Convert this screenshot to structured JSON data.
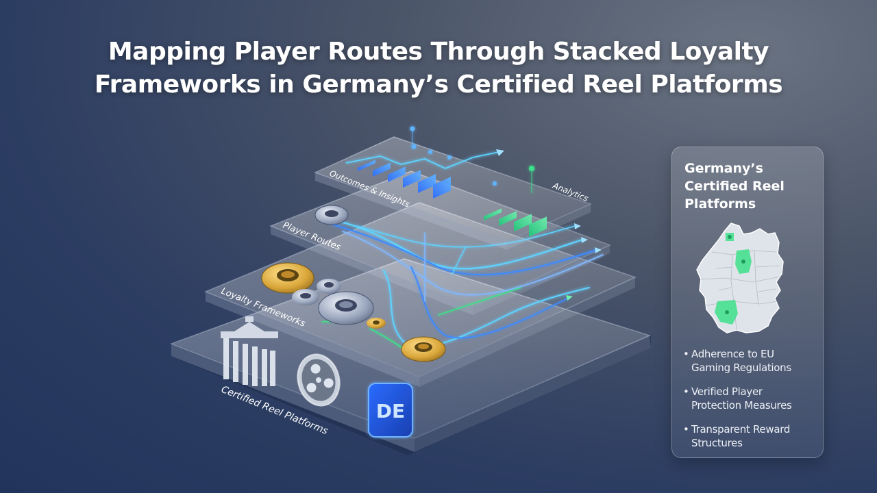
{
  "title": {
    "line1": "Mapping Player Routes Through Stacked Loyalty",
    "line2": "Frameworks in Germany’s Certified Reel Platforms"
  },
  "layers": {
    "analytics_label": "Analytics",
    "outcomes_label": "Outcomes & Insights",
    "routes_label": "Player Routes",
    "loyalty_label": "Loyalty Frameworks",
    "platforms_label": "Certified Reel Platforms",
    "de_badge": "DE"
  },
  "icons": [
    "gear-icon",
    "film-reel-icon",
    "brandenburg-gate-icon",
    "location-pin-icon",
    "arrow-icon"
  ],
  "colors": {
    "accent_blue": "#3d8bff",
    "accent_cyan": "#5fd2ff",
    "accent_green": "#3ee08a",
    "gold": "#d9a63a",
    "silver": "#9aa6bd"
  },
  "side_panel": {
    "title_line1": "Germany’s",
    "title_line2": "Certified Reel",
    "title_line3": "Platforms",
    "bullets": [
      {
        "line1": "Adherence to EU",
        "line2": "Gaming Regulations"
      },
      {
        "line1": "Verified Player",
        "line2": "Protection Measures"
      },
      {
        "line1": "Transparent Reward",
        "line2": "Structures"
      }
    ]
  }
}
